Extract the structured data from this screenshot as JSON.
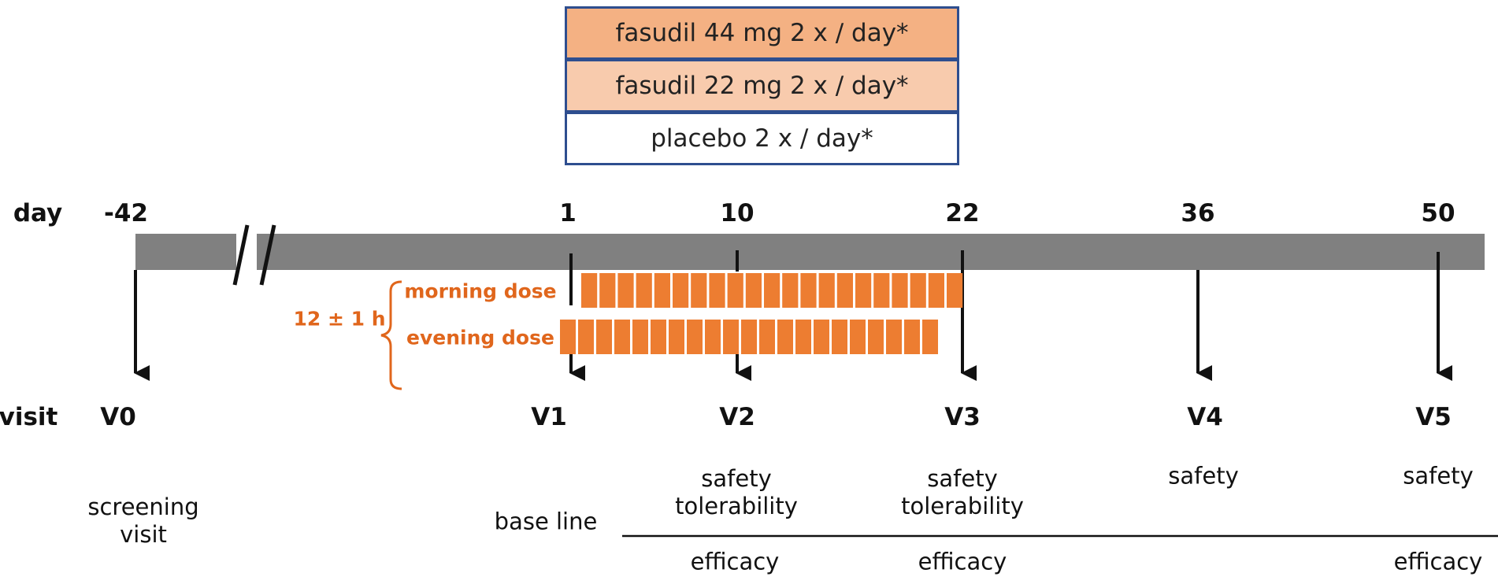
{
  "arms": [
    {
      "label": "fasudil 44 mg 2 x / day*",
      "color": "#f4b183"
    },
    {
      "label": "fasudil 22 mg 2 x / day*",
      "color": "#f8cbad"
    },
    {
      "label": "placebo 2 x / day*",
      "color": "#ffffff"
    }
  ],
  "timeline": {
    "day_label": "day",
    "days": [
      "-42",
      "1",
      "10",
      "22",
      "36",
      "50"
    ],
    "visit_label": "visit",
    "visits": [
      "V0",
      "V1",
      "V2",
      "V3",
      "V4",
      "V5"
    ]
  },
  "dosing": {
    "interval": "12 ± 1 h",
    "morning": "morning dose",
    "evening": "evening dose",
    "color": "#ed7d31"
  },
  "outcomes": {
    "screening": "screening visit",
    "baseline": "base line",
    "v2": "safety tolerability",
    "v3": "safety tolerability",
    "v4": "safety",
    "v5": "safety",
    "efficacy_v2": "efficacy",
    "efficacy_v3": "efficacy",
    "efficacy_v5": "efficacy"
  },
  "colors": {
    "bar": "#808080",
    "border": "#2e4e8f",
    "arrow": "#111111"
  }
}
